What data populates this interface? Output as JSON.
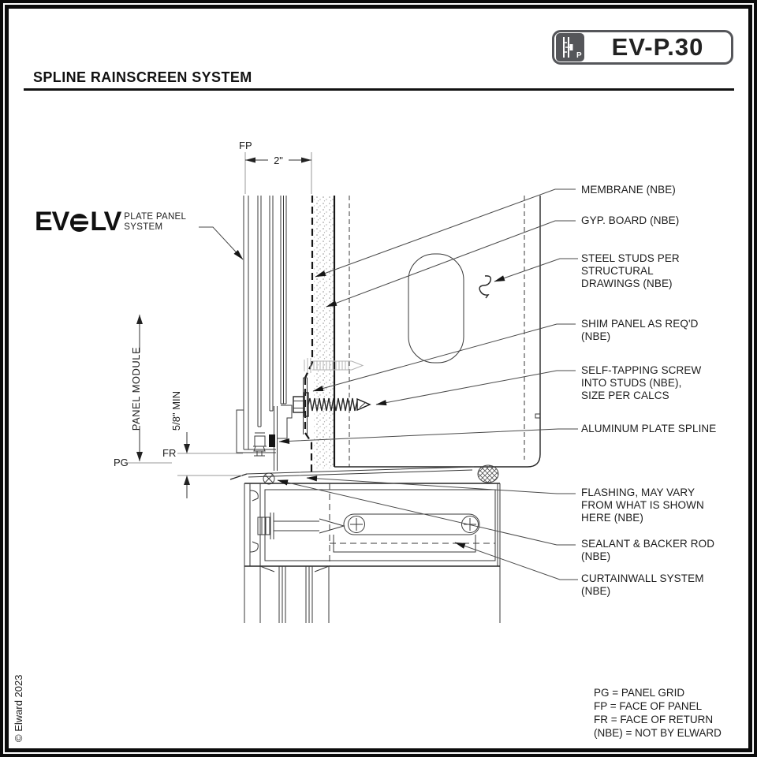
{
  "page": {
    "drawing_number": "EV-P.30",
    "title": "SPLINE RAINSCREEN SYSTEM",
    "copyright": "© Elward 2023"
  },
  "logo": {
    "wordmark_left": "EV",
    "wordmark_right": "LV",
    "tagline": "PLATE PANEL\nSYSTEM",
    "icon_letter": "P"
  },
  "dimensions": {
    "fp_label": "FP",
    "panel_depth": "2\"",
    "panel_module_label": "PANEL MODULE",
    "min_gap": "5/8\" MIN",
    "fr_label": "FR",
    "pg_label": "PG"
  },
  "callouts": [
    {
      "id": "membrane",
      "text": "MEMBRANE (NBE)"
    },
    {
      "id": "gyp-board",
      "text": "GYP. BOARD (NBE)"
    },
    {
      "id": "steel-studs",
      "text": "STEEL STUDS PER\nSTRUCTURAL\nDRAWINGS (NBE)"
    },
    {
      "id": "shim-panel",
      "text": "SHIM PANEL AS REQ'D\n(NBE)"
    },
    {
      "id": "screw",
      "text": "SELF-TAPPING SCREW\nINTO STUDS (NBE),\nSIZE PER CALCS"
    },
    {
      "id": "spline",
      "text": "ALUMINUM PLATE SPLINE"
    },
    {
      "id": "flashing",
      "text": "FLASHING, MAY VARY\nFROM WHAT IS SHOWN\nHERE (NBE)"
    },
    {
      "id": "sealant",
      "text": "SEALANT & BACKER ROD\n(NBE)"
    },
    {
      "id": "curtainwall",
      "text": "CURTAINWALL SYSTEM\n(NBE)"
    }
  ],
  "legend": {
    "items": [
      "PG = PANEL GRID",
      "FP = FACE OF PANEL",
      "FR = FACE OF RETURN",
      "(NBE) = NOT BY ELWARD"
    ]
  },
  "colors": {
    "line_dark": "#262626",
    "line_gray": "#9a9a9a",
    "icon_bg": "#55565a",
    "frame": "#0b0b0b"
  }
}
